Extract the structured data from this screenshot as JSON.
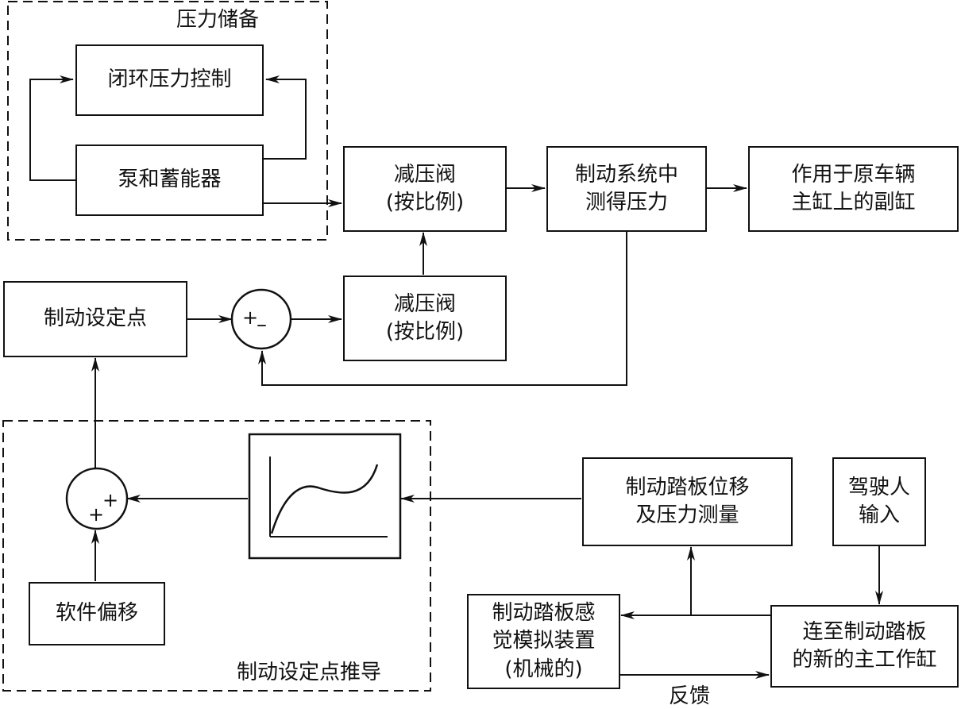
{
  "pressure_storage": {
    "title": "压力储备",
    "closed_loop": "闭环压力控制",
    "pump_accumulator": "泵和蓄能器"
  },
  "valve_top": {
    "line1": "减压阀",
    "line2": "(按比例)"
  },
  "measured": {
    "line1": "制动系统中",
    "line2": "测得压力"
  },
  "secondary_cyl": {
    "line1": "作用于原车辆",
    "line2": "主缸上的副缸"
  },
  "setpoint": {
    "label": "制动设定点"
  },
  "sum_top": {
    "plus": "+",
    "minus": "–"
  },
  "valve_mid": {
    "line1": "减压阀",
    "line2": "(按比例)"
  },
  "derivation": {
    "title": "制动设定点推导"
  },
  "sum_bottom": {
    "plus1": "+",
    "plus2": "+"
  },
  "software_offset": {
    "label": "软件偏移"
  },
  "pedal_measure": {
    "line1": "制动踏板位移",
    "line2": "及压力测量"
  },
  "driver": {
    "line1": "驾驶人",
    "line2": "输入"
  },
  "pedal_feel": {
    "line1": "制动踏板感",
    "line2": "觉模拟装置",
    "line3": "(机械的)"
  },
  "new_master": {
    "line1": "连至制动踏板",
    "line2": "的新的主工作缸"
  },
  "feedback": {
    "label": "反馈"
  }
}
